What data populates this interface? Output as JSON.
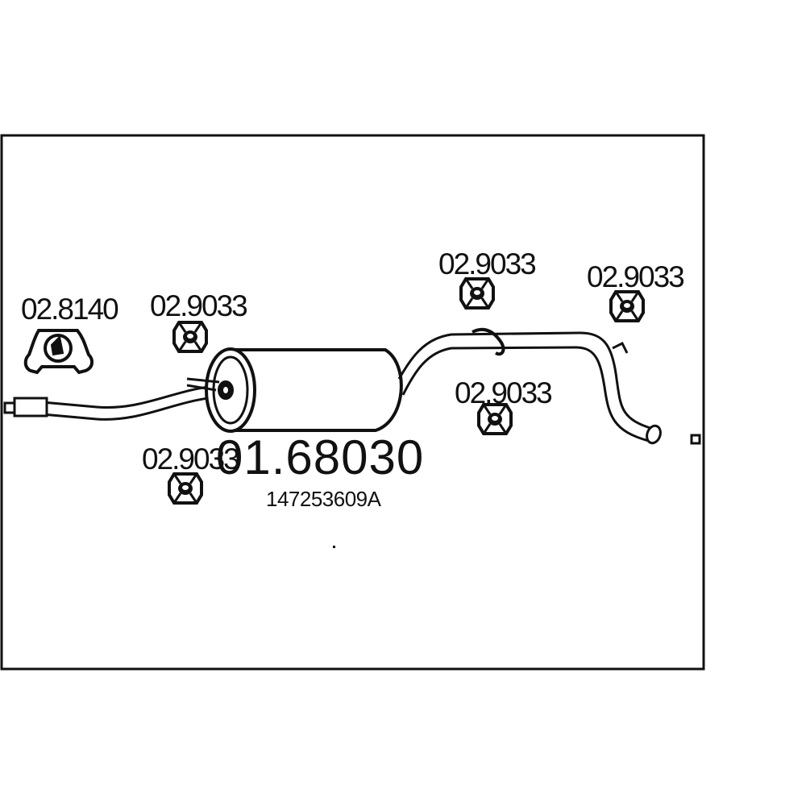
{
  "diagram": {
    "main_part_number": "01.68030",
    "oe_number": "147253609A",
    "part_labels": {
      "clamp": "02.8140",
      "hanger_top_left": "02.9033",
      "hanger_bottom_left": "02.9033",
      "hanger_top_center": "02.9033",
      "hanger_top_right": "02.9033",
      "hanger_mid_right": "02.9033"
    },
    "icons": [
      "exhaust-clamp-icon",
      "rubber-hanger-icon",
      "muffler-icon",
      "tail-pipe-icon"
    ],
    "colors": {
      "line": "#111111",
      "background": "#ffffff"
    }
  }
}
